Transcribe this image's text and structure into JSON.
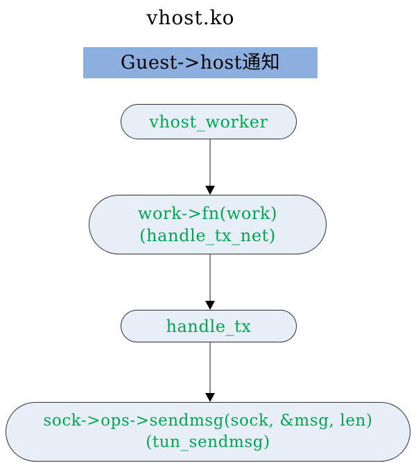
{
  "diagram": {
    "type": "flowchart",
    "title": "vhost.ko",
    "banner": {
      "label": "Guest->host通知",
      "background_color": "#8cafe0",
      "text_color": "#000000"
    },
    "node_style": {
      "fill_color": "#e8eef8",
      "border_color": "#2b2b2b",
      "text_color": "#00a550",
      "shape": "rounded-rectangle"
    },
    "edge_style": {
      "line_color": "#6d6d6d",
      "arrowhead_color": "#000000",
      "direction": "top-to-bottom"
    },
    "nodes": [
      {
        "id": "vhost-worker",
        "lines": [
          "vhost_worker"
        ]
      },
      {
        "id": "work-fn",
        "lines": [
          "work->fn(work)",
          "(handle_tx_net)"
        ]
      },
      {
        "id": "handle-tx",
        "lines": [
          "handle_tx"
        ]
      },
      {
        "id": "sendmsg",
        "lines": [
          "sock->ops->sendmsg(sock, &msg, len)",
          "(tun_sendmsg)"
        ]
      }
    ],
    "edges": [
      {
        "id": "edge-1",
        "from": "vhost-worker",
        "to": "work-fn"
      },
      {
        "id": "edge-2",
        "from": "work-fn",
        "to": "handle-tx"
      },
      {
        "id": "edge-3",
        "from": "handle-tx",
        "to": "sendmsg"
      }
    ]
  }
}
